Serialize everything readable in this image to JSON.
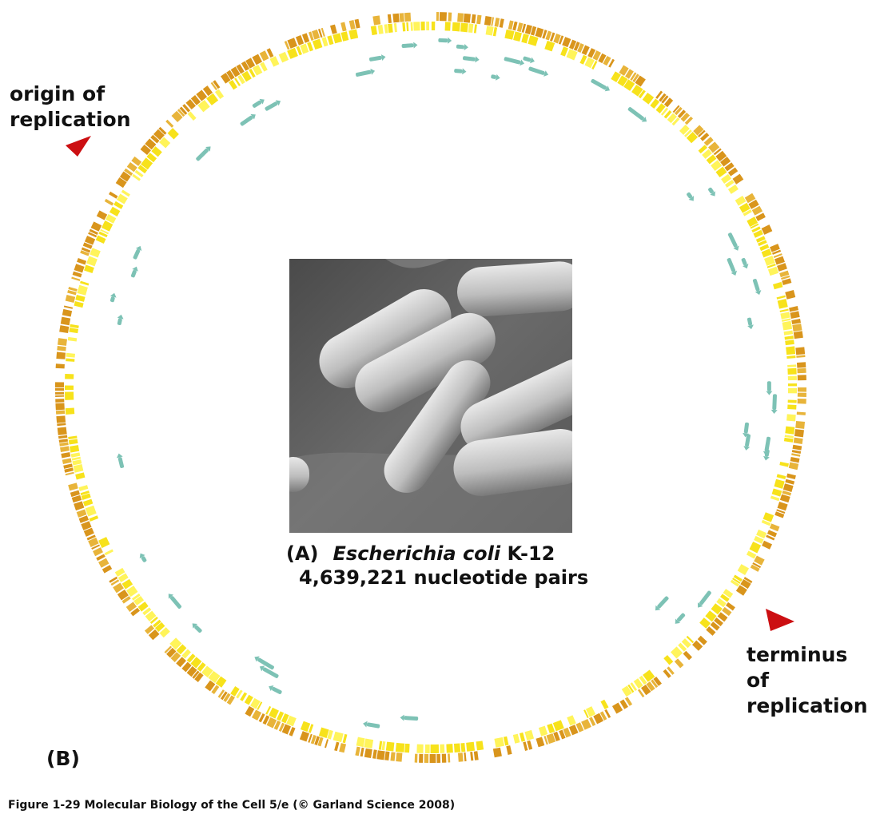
{
  "labels": {
    "origin": [
      "origin of",
      "replication"
    ],
    "terminus": [
      "terminus of",
      "replication"
    ],
    "panel_a": "(A)",
    "organism_italic": "Escherichia coli",
    "strain": "K-12",
    "genome_size": "4,639,221 nucleotide pairs",
    "panel_b": "(B)",
    "figure_caption": "Figure 1-29  Molecular Biology of the Cell 5/e (© Garland Science 2008)"
  },
  "colors": {
    "gene_outer": "#d9951c",
    "gene_outer_light": "#e8b43a",
    "gene_inner": "#f7e21b",
    "gene_inner_light": "#fff45a",
    "rna_genes": "#7dc2b5",
    "markers": "#cc0f12",
    "micrograph_bg": "#5f5f5f",
    "bacterium": "#cfcfcf"
  },
  "icons": {
    "origin_marker": "red-triangle-icon",
    "terminus_marker": "red-triangle-icon"
  }
}
